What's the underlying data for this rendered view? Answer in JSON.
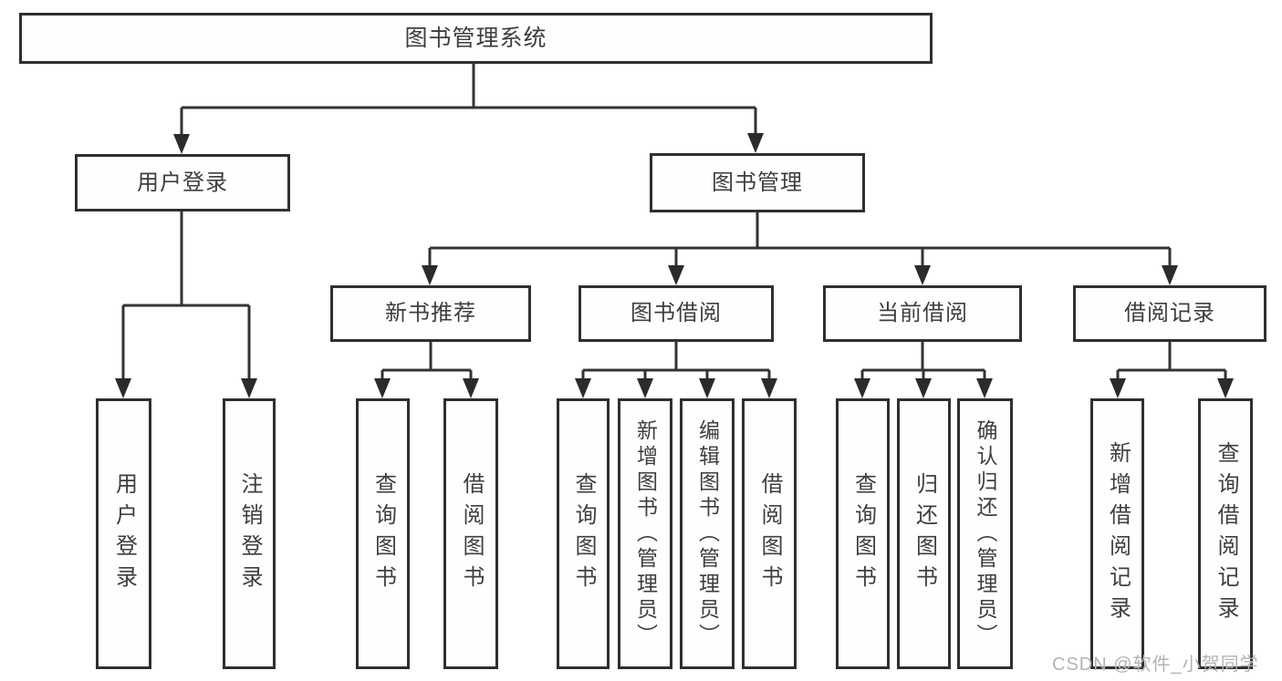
{
  "colors": {
    "background": "#ffffff",
    "line": "#333333",
    "box_border": "#2f2f2f",
    "text": "#3e3e3e",
    "watermark": "#b3b3b3"
  },
  "watermark": {
    "text": "CSDN @软件_小贺同学"
  },
  "diagram": {
    "label": "图书管理系统",
    "children": [
      {
        "label": "用户登录",
        "children": [
          {
            "label": "用户登录"
          },
          {
            "label": "注销登录"
          }
        ]
      },
      {
        "label": "图书管理",
        "children": [
          {
            "label": "新书推荐",
            "children": [
              {
                "label": "查询图书"
              },
              {
                "label": "借阅图书"
              }
            ]
          },
          {
            "label": "图书借阅",
            "children": [
              {
                "label": "查询图书"
              },
              {
                "label": "新增图书（管理员）"
              },
              {
                "label": "编辑图书（管理员）"
              },
              {
                "label": "借阅图书"
              }
            ]
          },
          {
            "label": "当前借阅",
            "children": [
              {
                "label": "查询图书"
              },
              {
                "label": "归还图书"
              },
              {
                "label": "确认归还（管理员）"
              }
            ]
          },
          {
            "label": "借阅记录",
            "children": [
              {
                "label": "新增借阅记录"
              },
              {
                "label": "查询借阅记录"
              }
            ]
          }
        ]
      }
    ]
  }
}
